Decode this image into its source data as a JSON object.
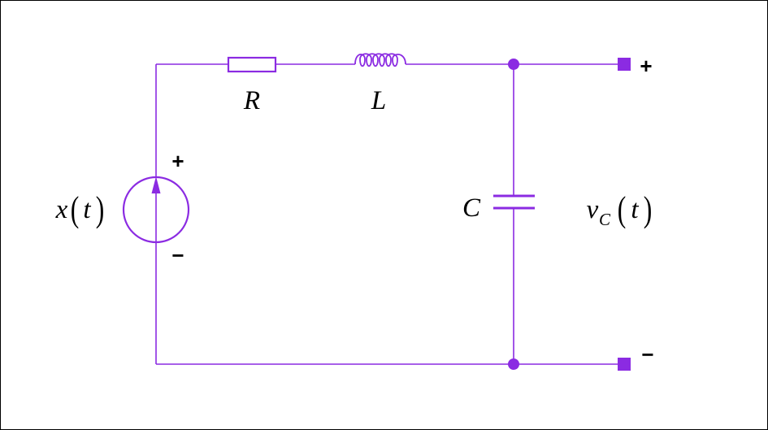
{
  "colors": {
    "wire": "#8B2BE2",
    "text": "#000000",
    "background": "#ffffff",
    "frame": "#000000"
  },
  "source": {
    "label_name": "x",
    "paren_open": "(",
    "label_arg": "t",
    "paren_close": ")",
    "plus_sign": "+",
    "minus_sign": "−"
  },
  "resistor": {
    "label": "R"
  },
  "inductor": {
    "label": "L"
  },
  "capacitor": {
    "label": "C"
  },
  "output": {
    "label_name": "v",
    "label_sub": "C",
    "paren_open": "(",
    "label_arg": "t",
    "paren_close": ")",
    "plus_sign": "+",
    "minus_sign": "−"
  }
}
